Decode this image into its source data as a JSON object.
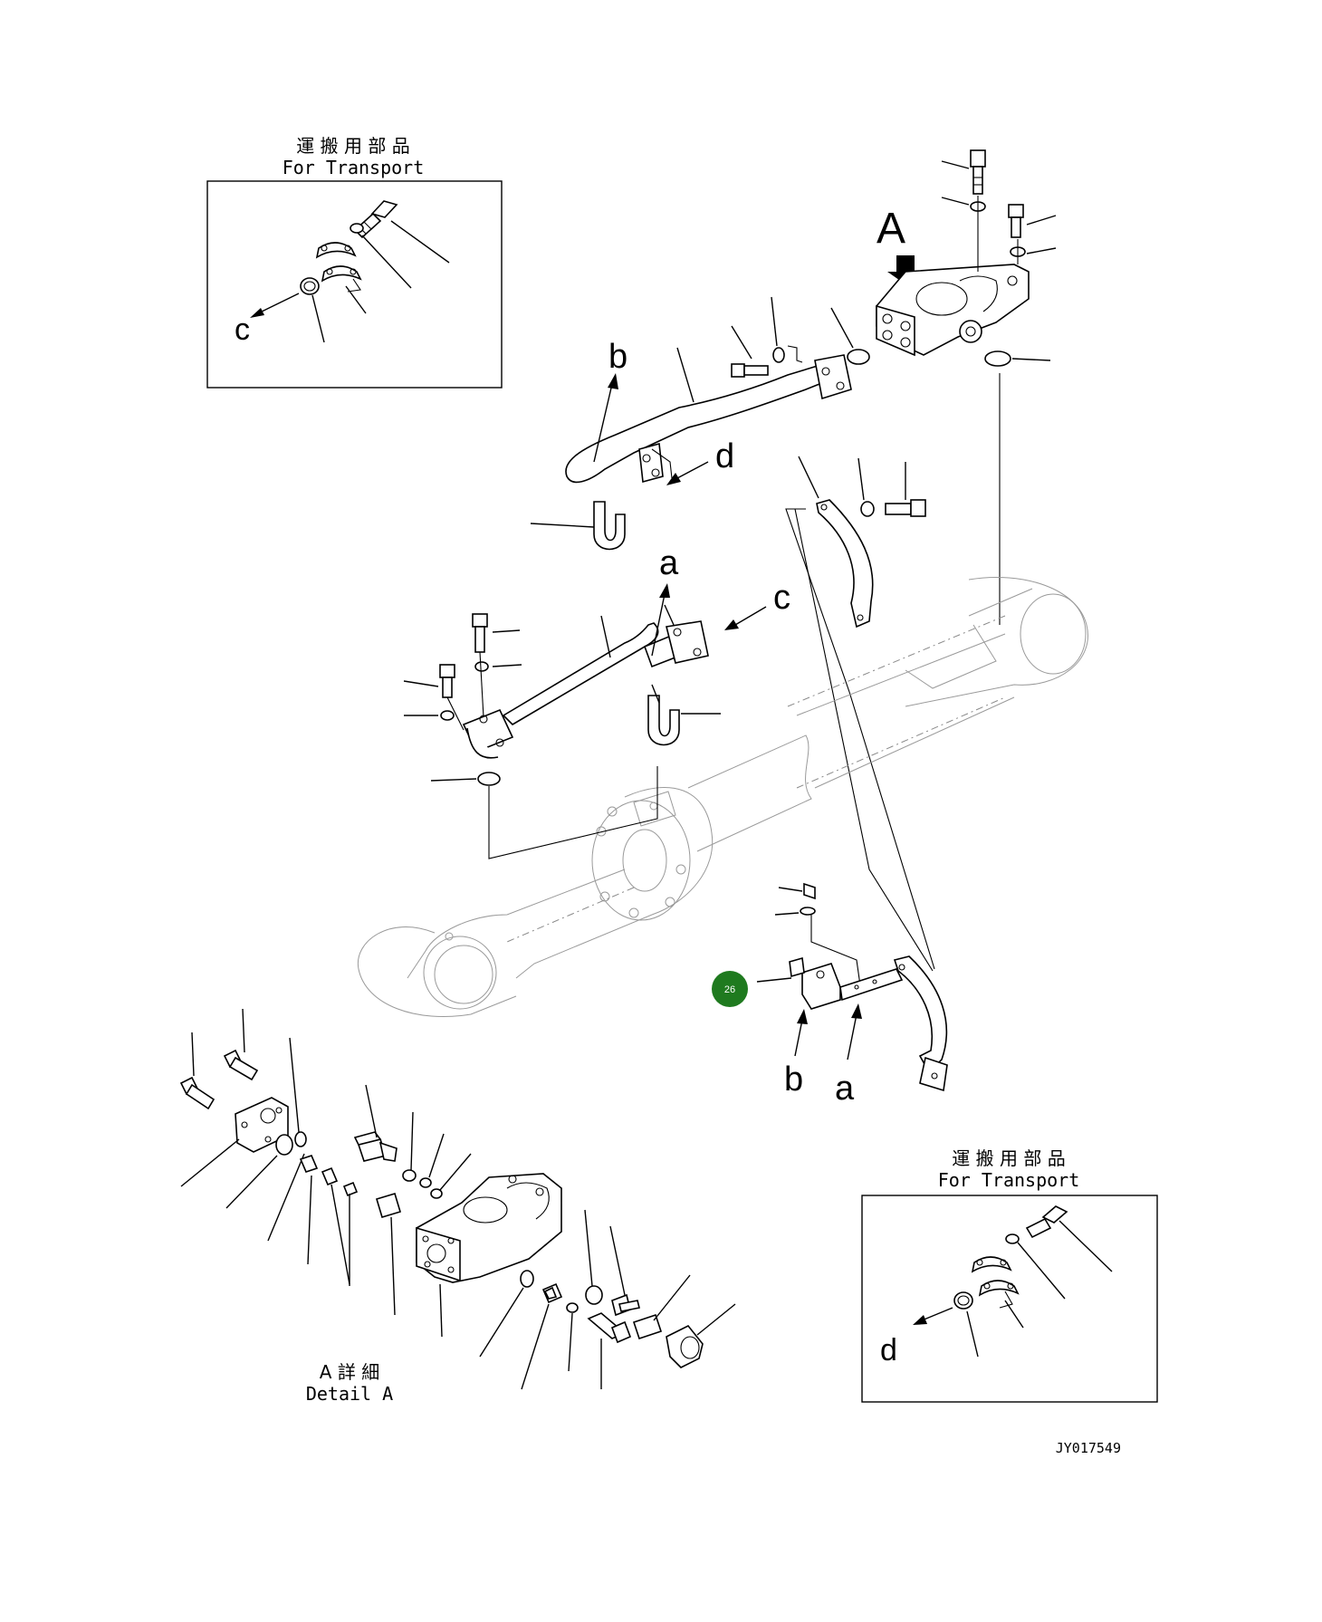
{
  "transport_boxes": [
    {
      "title_jp": "運 搬 用 部 品",
      "title_en": "For Transport",
      "arrow_letter": "c"
    },
    {
      "title_jp": "運 搬 用 部 品",
      "title_en": "For Transport",
      "arrow_letter": "d"
    }
  ],
  "detail_view": {
    "label": "A",
    "title_jp": "A 詳 細",
    "title_en": "Detail A"
  },
  "reference_letters": {
    "b_top": "b",
    "d_top": "d",
    "a_mid": "a",
    "c_mid": "c",
    "b_bottom": "b",
    "a_bottom": "a"
  },
  "callout": {
    "number": "26",
    "color": "#1f7a1f"
  },
  "drawing_id": "JY017549"
}
